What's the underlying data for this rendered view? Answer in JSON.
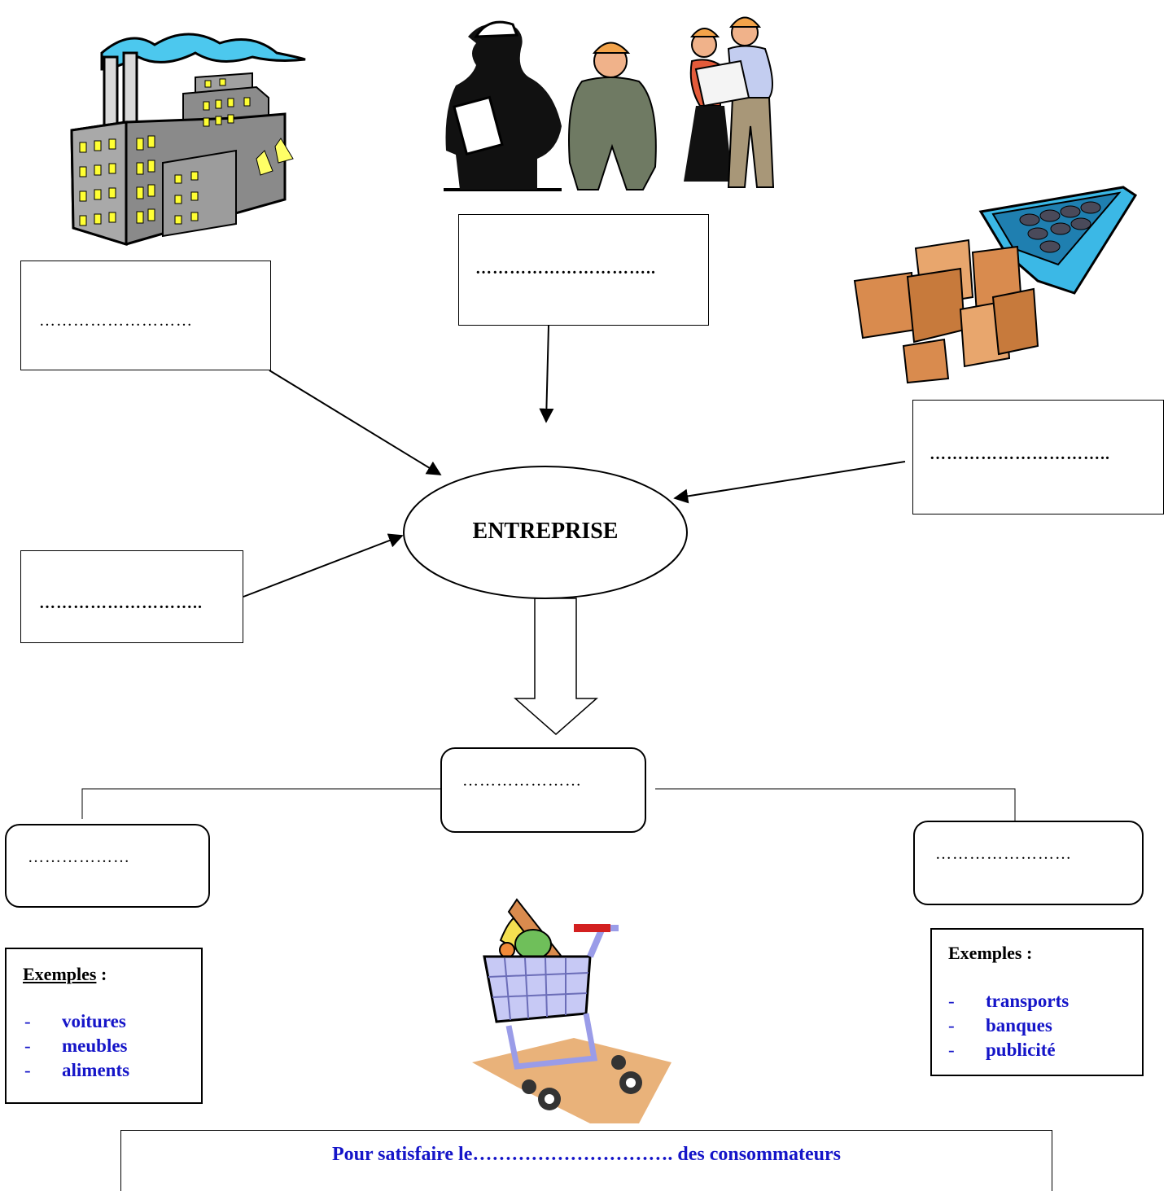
{
  "center": {
    "label": "ENTREPRISE"
  },
  "blanks": {
    "factory": "………………………",
    "workers": "…………………………..",
    "materials": "…………………………..",
    "lower_left": "………………………..",
    "output": "…………………",
    "goods": "………………",
    "services": "……………………"
  },
  "goods_examples": {
    "title_underlined": "Exemples",
    "title_suffix": " :",
    "items": [
      "voitures",
      "meubles",
      "aliments"
    ]
  },
  "services_examples": {
    "title": "Exemples :",
    "items": [
      "transports",
      "banques",
      "publicité"
    ]
  },
  "footer": {
    "text": "Pour satisfaire le…………………………. des consommateurs"
  },
  "list_marker": "-",
  "colors": {
    "accent_text": "#1515c8",
    "line": "#000000"
  },
  "icons": [
    "factory-icon",
    "workers-icon",
    "boxes-recycle-bin-icon",
    "shopping-cart-icon"
  ]
}
